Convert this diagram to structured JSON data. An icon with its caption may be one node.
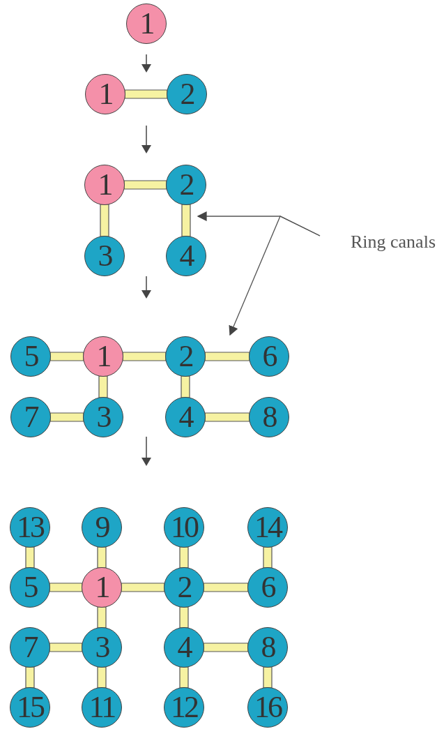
{
  "diagram": {
    "nodes": [
      {
        "text": [
          "1"
        ]
      },
      {
        "text": [
          "1"
        ]
      },
      {
        "text": [
          "2"
        ]
      },
      {
        "text": [
          "1"
        ]
      },
      {
        "text": [
          "2"
        ]
      },
      {
        "text": [
          "3"
        ]
      },
      {
        "text": [
          "4"
        ]
      },
      {
        "text": [
          "Ring canals"
        ]
      },
      {
        "text": [
          "5"
        ]
      },
      {
        "text": [
          "1"
        ]
      },
      {
        "text": [
          "2"
        ]
      },
      {
        "text": [
          "6"
        ]
      },
      {
        "text": [
          "7"
        ]
      },
      {
        "text": [
          "3"
        ]
      },
      {
        "text": [
          "4"
        ]
      },
      {
        "text": [
          "8"
        ]
      },
      {
        "text": [
          "13"
        ]
      },
      {
        "text": [
          "9"
        ]
      },
      {
        "text": [
          "10"
        ]
      },
      {
        "text": [
          "14"
        ]
      },
      {
        "text": [
          "5"
        ]
      },
      {
        "text": [
          "1"
        ]
      },
      {
        "text": [
          "2"
        ]
      },
      {
        "text": [
          "6"
        ]
      },
      {
        "text": [
          "7"
        ]
      },
      {
        "text": [
          "3"
        ]
      },
      {
        "text": [
          "4"
        ]
      },
      {
        "text": [
          "8"
        ]
      },
      {
        "text": [
          "15"
        ]
      },
      {
        "text": [
          "11"
        ]
      },
      {
        "text": [
          "12"
        ]
      },
      {
        "text": [
          "16"
        ]
      }
    ],
    "edges": [
      {
        "from": 1,
        "to": 2,
        "arrow": "none"
      },
      {
        "from": 3,
        "to": 4,
        "arrow": "none"
      },
      {
        "from": 3,
        "to": 5,
        "arrow": "none"
      },
      {
        "from": 4,
        "to": 6,
        "arrow": "none"
      },
      {
        "from": 7,
        "to": 4,
        "arrow": "to",
        "color": "#555555"
      },
      {
        "from": 7,
        "to": null,
        "arrow": "to",
        "color": "#555555"
      },
      {
        "from": 8,
        "to": 9,
        "arrow": "none"
      },
      {
        "from": 9,
        "to": 10,
        "arrow": "none"
      },
      {
        "from": 10,
        "to": 11,
        "arrow": "none"
      },
      {
        "from": 9,
        "to": 13,
        "arrow": "none"
      },
      {
        "from": 10,
        "to": 14,
        "arrow": "none"
      },
      {
        "from": 12,
        "to": 13,
        "arrow": "none"
      },
      {
        "from": 14,
        "to": 15,
        "arrow": "none"
      },
      {
        "from": 16,
        "to": 20,
        "arrow": "none"
      },
      {
        "from": 17,
        "to": 21,
        "arrow": "none"
      },
      {
        "from": 18,
        "to": 22,
        "arrow": "none"
      },
      {
        "from": 19,
        "to": 23,
        "arrow": "none"
      },
      {
        "from": 20,
        "to": 21,
        "arrow": "none"
      },
      {
        "from": 21,
        "to": 22,
        "arrow": "none"
      },
      {
        "from": 22,
        "to": 23,
        "arrow": "none"
      },
      {
        "from": 21,
        "to": 25,
        "arrow": "none"
      },
      {
        "from": 22,
        "to": 26,
        "arrow": "none"
      },
      {
        "from": 24,
        "to": 25,
        "arrow": "none"
      },
      {
        "from": 26,
        "to": 27,
        "arrow": "none"
      },
      {
        "from": 24,
        "to": 28,
        "arrow": "none"
      },
      {
        "from": 25,
        "to": 29,
        "arrow": "none"
      },
      {
        "from": 26,
        "to": 30,
        "arrow": "none"
      },
      {
        "from": 27,
        "to": 31,
        "arrow": "none"
      }
    ]
  }
}
